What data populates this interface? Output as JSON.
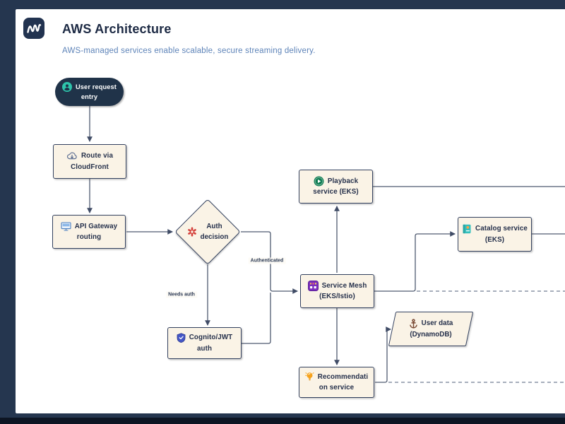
{
  "header": {
    "logo_glyph": "M",
    "title": "AWS Architecture",
    "subtitle": "AWS-managed services enable scalable, secure streaming delivery."
  },
  "diagram": {
    "nodes": {
      "user_entry": {
        "shape": "stadium",
        "icon": "user-icon",
        "lines": [
          "User request",
          "entry"
        ]
      },
      "cloudfront": {
        "shape": "rect",
        "icon": "cloud-download-icon",
        "lines": [
          "Route via",
          "CloudFront"
        ]
      },
      "api_gateway": {
        "shape": "rect",
        "icon": "monitor-icon",
        "lines": [
          "API Gateway",
          "routing"
        ]
      },
      "auth_decision": {
        "shape": "diamond",
        "icon": "asterisk-icon",
        "lines": [
          "Auth",
          "decision"
        ]
      },
      "cognito": {
        "shape": "rect",
        "icon": "shield-icon",
        "lines": [
          "Cognito/JWT",
          "auth"
        ]
      },
      "service_mesh": {
        "shape": "rect",
        "icon": "chip-icon",
        "lines": [
          "Service Mesh",
          "(EKS/Istio)"
        ]
      },
      "playback": {
        "shape": "rect",
        "icon": "play-icon",
        "lines": [
          "Playback",
          "service (EKS)"
        ]
      },
      "catalog": {
        "shape": "rect",
        "icon": "book-icon",
        "lines": [
          "Catalog service",
          "(EKS)"
        ]
      },
      "user_data": {
        "shape": "parallelogram",
        "icon": "anchor-icon",
        "lines": [
          "User data",
          "(DynamoDB)"
        ]
      },
      "recommendation": {
        "shape": "rect",
        "icon": "bulb-icon",
        "lines": [
          "Recommendati",
          "on service"
        ]
      }
    },
    "edge_labels": {
      "authenticated": "Authenticated",
      "needs_auth": "Needs auth"
    }
  },
  "colors": {
    "frame_navy": "#25364f",
    "bottom_strip": "#0d1523",
    "canvas_white": "#ffffff",
    "node_fill": "#faf3e6",
    "node_border": "#33415f",
    "dark_node_fill": "#203349",
    "title_navy": "#1d2a44",
    "subtitle_blue": "#5d83b8",
    "edge_line": "#4f5a70",
    "dashed_line": "#8a93a5",
    "icon_teal": "#2ec4ab",
    "icon_red": "#d43f3a",
    "icon_purple": "#7b2fbe",
    "icon_green": "#0e7c52",
    "icon_orange": "#f6a21c"
  }
}
